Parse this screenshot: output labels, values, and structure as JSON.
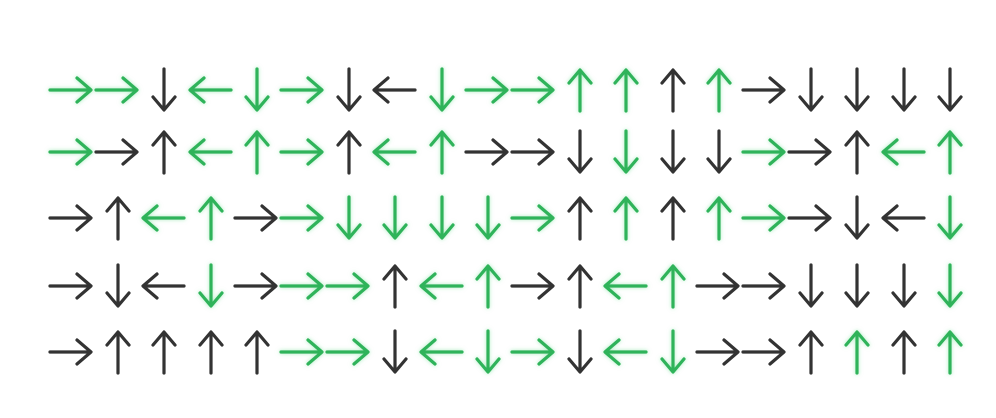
{
  "colors": {
    "green": "#2fb35a",
    "dark": "#333333",
    "background": "#ffffff"
  },
  "icon_names": {
    "R": "arrow-right-icon",
    "L": "arrow-left-icon",
    "U": "arrow-up-icon",
    "D": "arrow-down-icon"
  },
  "grid": {
    "rows": [
      {
        "arrows": [
          {
            "dir": "R",
            "color": "green"
          },
          {
            "dir": "R",
            "color": "green"
          },
          {
            "dir": "D",
            "color": "dark"
          },
          {
            "dir": "L",
            "color": "green"
          },
          {
            "dir": "D",
            "color": "green"
          },
          {
            "dir": "R",
            "color": "green"
          },
          {
            "dir": "D",
            "color": "dark"
          },
          {
            "dir": "L",
            "color": "dark"
          },
          {
            "dir": "D",
            "color": "green"
          },
          {
            "dir": "R",
            "color": "green"
          },
          {
            "dir": "R",
            "color": "green"
          },
          {
            "dir": "U",
            "color": "green"
          },
          {
            "dir": "U",
            "color": "green"
          },
          {
            "dir": "U",
            "color": "dark"
          },
          {
            "dir": "U",
            "color": "green"
          },
          {
            "dir": "R",
            "color": "dark"
          },
          {
            "dir": "D",
            "color": "dark"
          },
          {
            "dir": "D",
            "color": "dark"
          },
          {
            "dir": "D",
            "color": "dark"
          },
          {
            "dir": "D",
            "color": "dark"
          }
        ]
      },
      {
        "arrows": [
          {
            "dir": "R",
            "color": "green"
          },
          {
            "dir": "R",
            "color": "dark"
          },
          {
            "dir": "U",
            "color": "dark"
          },
          {
            "dir": "L",
            "color": "green"
          },
          {
            "dir": "U",
            "color": "green"
          },
          {
            "dir": "R",
            "color": "green"
          },
          {
            "dir": "U",
            "color": "dark"
          },
          {
            "dir": "L",
            "color": "green"
          },
          {
            "dir": "U",
            "color": "green"
          },
          {
            "dir": "R",
            "color": "dark"
          },
          {
            "dir": "R",
            "color": "dark"
          },
          {
            "dir": "D",
            "color": "dark"
          },
          {
            "dir": "D",
            "color": "green"
          },
          {
            "dir": "D",
            "color": "dark"
          },
          {
            "dir": "D",
            "color": "dark"
          },
          {
            "dir": "R",
            "color": "green"
          },
          {
            "dir": "R",
            "color": "dark"
          },
          {
            "dir": "U",
            "color": "dark"
          },
          {
            "dir": "L",
            "color": "green"
          },
          {
            "dir": "U",
            "color": "green"
          }
        ]
      },
      {
        "arrows": [
          {
            "dir": "R",
            "color": "dark"
          },
          {
            "dir": "U",
            "color": "dark"
          },
          {
            "dir": "L",
            "color": "green"
          },
          {
            "dir": "U",
            "color": "green"
          },
          {
            "dir": "R",
            "color": "dark"
          },
          {
            "dir": "R",
            "color": "green"
          },
          {
            "dir": "D",
            "color": "green"
          },
          {
            "dir": "D",
            "color": "green"
          },
          {
            "dir": "D",
            "color": "green"
          },
          {
            "dir": "D",
            "color": "green"
          },
          {
            "dir": "R",
            "color": "green"
          },
          {
            "dir": "U",
            "color": "dark"
          },
          {
            "dir": "U",
            "color": "green"
          },
          {
            "dir": "U",
            "color": "dark"
          },
          {
            "dir": "U",
            "color": "green"
          },
          {
            "dir": "R",
            "color": "green"
          },
          {
            "dir": "R",
            "color": "dark"
          },
          {
            "dir": "D",
            "color": "dark"
          },
          {
            "dir": "L",
            "color": "dark"
          },
          {
            "dir": "D",
            "color": "green"
          }
        ]
      },
      {
        "arrows": [
          {
            "dir": "R",
            "color": "dark"
          },
          {
            "dir": "D",
            "color": "dark"
          },
          {
            "dir": "L",
            "color": "dark"
          },
          {
            "dir": "D",
            "color": "green"
          },
          {
            "dir": "R",
            "color": "dark"
          },
          {
            "dir": "R",
            "color": "green"
          },
          {
            "dir": "R",
            "color": "green"
          },
          {
            "dir": "U",
            "color": "dark"
          },
          {
            "dir": "L",
            "color": "green"
          },
          {
            "dir": "U",
            "color": "green"
          },
          {
            "dir": "R",
            "color": "dark"
          },
          {
            "dir": "U",
            "color": "dark"
          },
          {
            "dir": "L",
            "color": "green"
          },
          {
            "dir": "U",
            "color": "green"
          },
          {
            "dir": "R",
            "color": "dark"
          },
          {
            "dir": "R",
            "color": "dark"
          },
          {
            "dir": "D",
            "color": "dark"
          },
          {
            "dir": "D",
            "color": "dark"
          },
          {
            "dir": "D",
            "color": "dark"
          },
          {
            "dir": "D",
            "color": "green"
          }
        ]
      },
      {
        "arrows": [
          {
            "dir": "R",
            "color": "dark"
          },
          {
            "dir": "U",
            "color": "dark"
          },
          {
            "dir": "U",
            "color": "dark"
          },
          {
            "dir": "U",
            "color": "dark"
          },
          {
            "dir": "U",
            "color": "dark"
          },
          {
            "dir": "R",
            "color": "green"
          },
          {
            "dir": "R",
            "color": "green"
          },
          {
            "dir": "D",
            "color": "dark"
          },
          {
            "dir": "L",
            "color": "green"
          },
          {
            "dir": "D",
            "color": "green"
          },
          {
            "dir": "R",
            "color": "green"
          },
          {
            "dir": "D",
            "color": "dark"
          },
          {
            "dir": "L",
            "color": "green"
          },
          {
            "dir": "D",
            "color": "green"
          },
          {
            "dir": "R",
            "color": "dark"
          },
          {
            "dir": "R",
            "color": "dark"
          },
          {
            "dir": "U",
            "color": "dark"
          },
          {
            "dir": "U",
            "color": "green"
          },
          {
            "dir": "U",
            "color": "dark"
          },
          {
            "dir": "U",
            "color": "green"
          }
        ]
      }
    ]
  }
}
